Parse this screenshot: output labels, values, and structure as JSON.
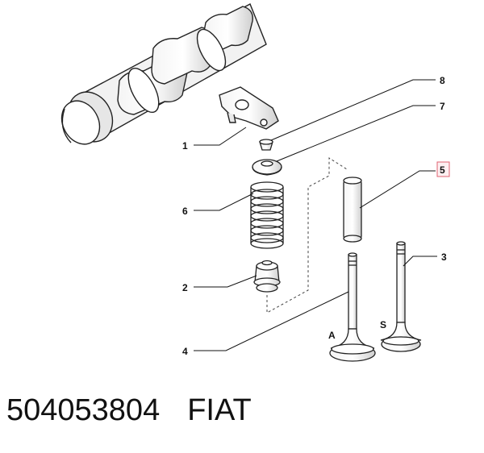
{
  "diagram": {
    "callouts": [
      "1",
      "2",
      "3",
      "4",
      "5",
      "6",
      "7",
      "8"
    ],
    "highlighted_callout": "5",
    "valve_labels": {
      "intake": "A",
      "exhaust": "S"
    },
    "highlight_color": "#e06070",
    "line_color": "#111111"
  },
  "caption": {
    "part_number": "504053804",
    "brand": "FIAT"
  }
}
